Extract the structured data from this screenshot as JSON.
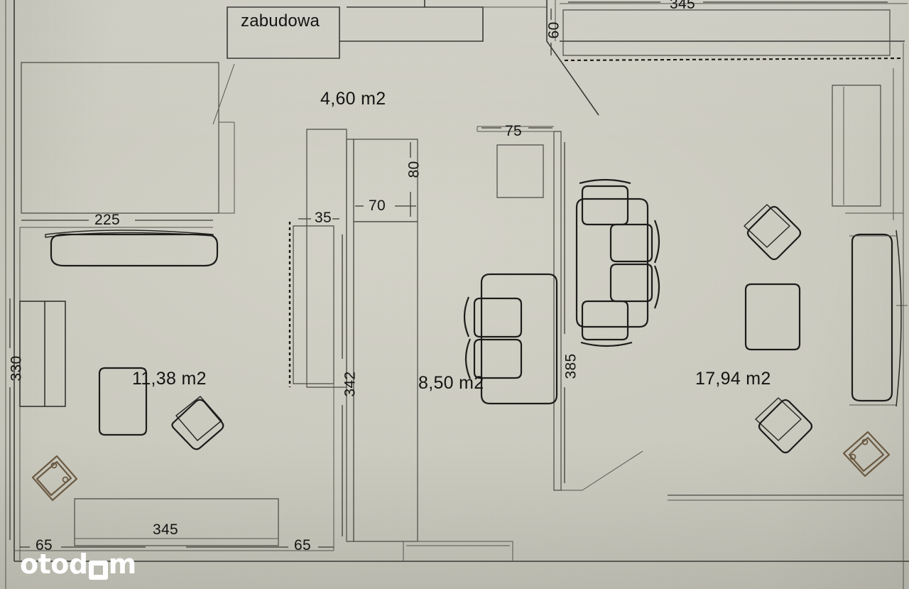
{
  "document": {
    "type": "floor-plan-photo",
    "language": "pl",
    "background_color": "#cdccc2",
    "ink_color": "#1c1c1a"
  },
  "labels": {
    "zabudowa": "zabudowa",
    "area_hall": "4,60 m2",
    "area_room_left": "11,38 m2",
    "area_room_middle": "8,50 m2",
    "area_room_right": "17,94 m2"
  },
  "dimensions": {
    "top_right": "345",
    "vertical_60": "60",
    "vertical_80": "80",
    "horizontal_70": "70",
    "horizontal_35": "35",
    "horizontal_75": "75",
    "horizontal_225": "225",
    "vertical_330": "330",
    "vertical_342": "342",
    "vertical_385": "385",
    "bottom_345": "345",
    "bottom_left_65": "65",
    "bottom_mid_65": "65"
  },
  "watermark": {
    "text_before": "otod",
    "text_after": "m",
    "full": "otodom"
  }
}
